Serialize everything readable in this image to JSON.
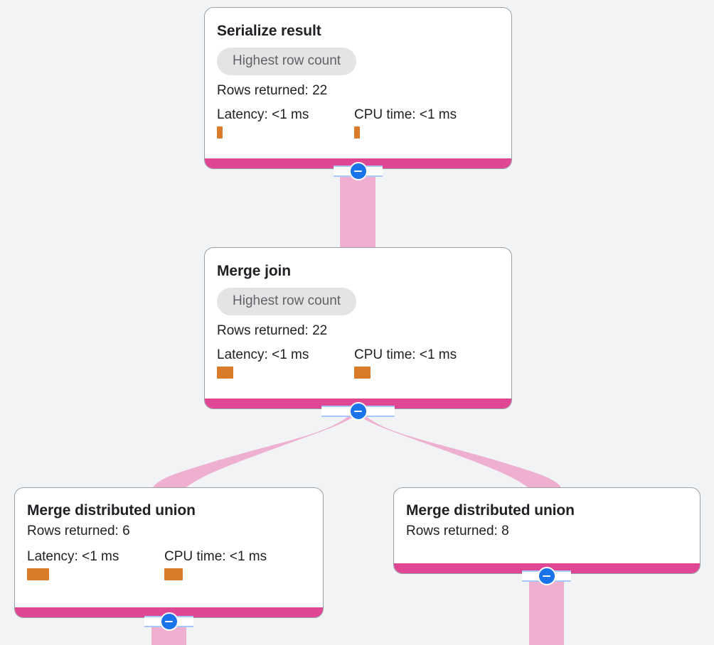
{
  "graph": {
    "background_color": "#f1f3f4",
    "accent_bar_color": "#df4795",
    "edge_color": "#eeafd0",
    "metric_bar_color": "#d97b29",
    "toggle_color": "#1a73e8",
    "chip_bg_color": "#e4e4e4",
    "chip_text_color": "#5f6368"
  },
  "nodes": [
    {
      "id": "serialize-result",
      "title": "Serialize result",
      "chip": "Highest row count",
      "rows_returned": "Rows returned: 22",
      "latency_label": "Latency: <1 ms",
      "cpu_label": "CPU time: <1 ms"
    },
    {
      "id": "merge-join",
      "title": "Merge join",
      "chip": "Highest row count",
      "rows_returned": "Rows returned: 22",
      "latency_label": "Latency: <1 ms",
      "cpu_label": "CPU time: <1 ms"
    },
    {
      "id": "merge-distributed-union-left",
      "title": "Merge distributed union",
      "rows_returned": "Rows returned: 6",
      "latency_label": "Latency: <1 ms",
      "cpu_label": "CPU time: <1 ms"
    },
    {
      "id": "merge-distributed-union-right",
      "title": "Merge distributed union",
      "rows_returned": "Rows returned: 8"
    }
  ],
  "toggles": [
    {
      "id": "toggle-serialize-result",
      "icon": "minus-circle-icon"
    },
    {
      "id": "toggle-merge-join",
      "icon": "minus-circle-icon"
    },
    {
      "id": "toggle-merge-distributed-union-left",
      "icon": "minus-circle-icon"
    },
    {
      "id": "toggle-merge-distributed-union-right",
      "icon": "minus-circle-icon"
    }
  ]
}
